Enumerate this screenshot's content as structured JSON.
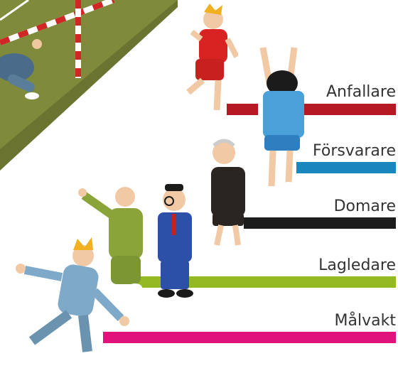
{
  "roles": [
    {
      "label": "Anfallare",
      "color": "#b51a24"
    },
    {
      "label": "Försvarare",
      "color": "#1a86be"
    },
    {
      "label": "Domare",
      "color": "#1c1c1c"
    },
    {
      "label": "Lagledare",
      "color": "#95b922"
    },
    {
      "label": "Målvakt",
      "color": "#e0137d"
    }
  ],
  "field_color": "#7f8a3a",
  "figure_colors": {
    "striker": "#d92323",
    "defender": "#4aa0d8",
    "referee": "#2b2522",
    "coach": "#8aa43a",
    "manager": "#2c4fa8",
    "goalkeeper": "#7fa9c8"
  }
}
